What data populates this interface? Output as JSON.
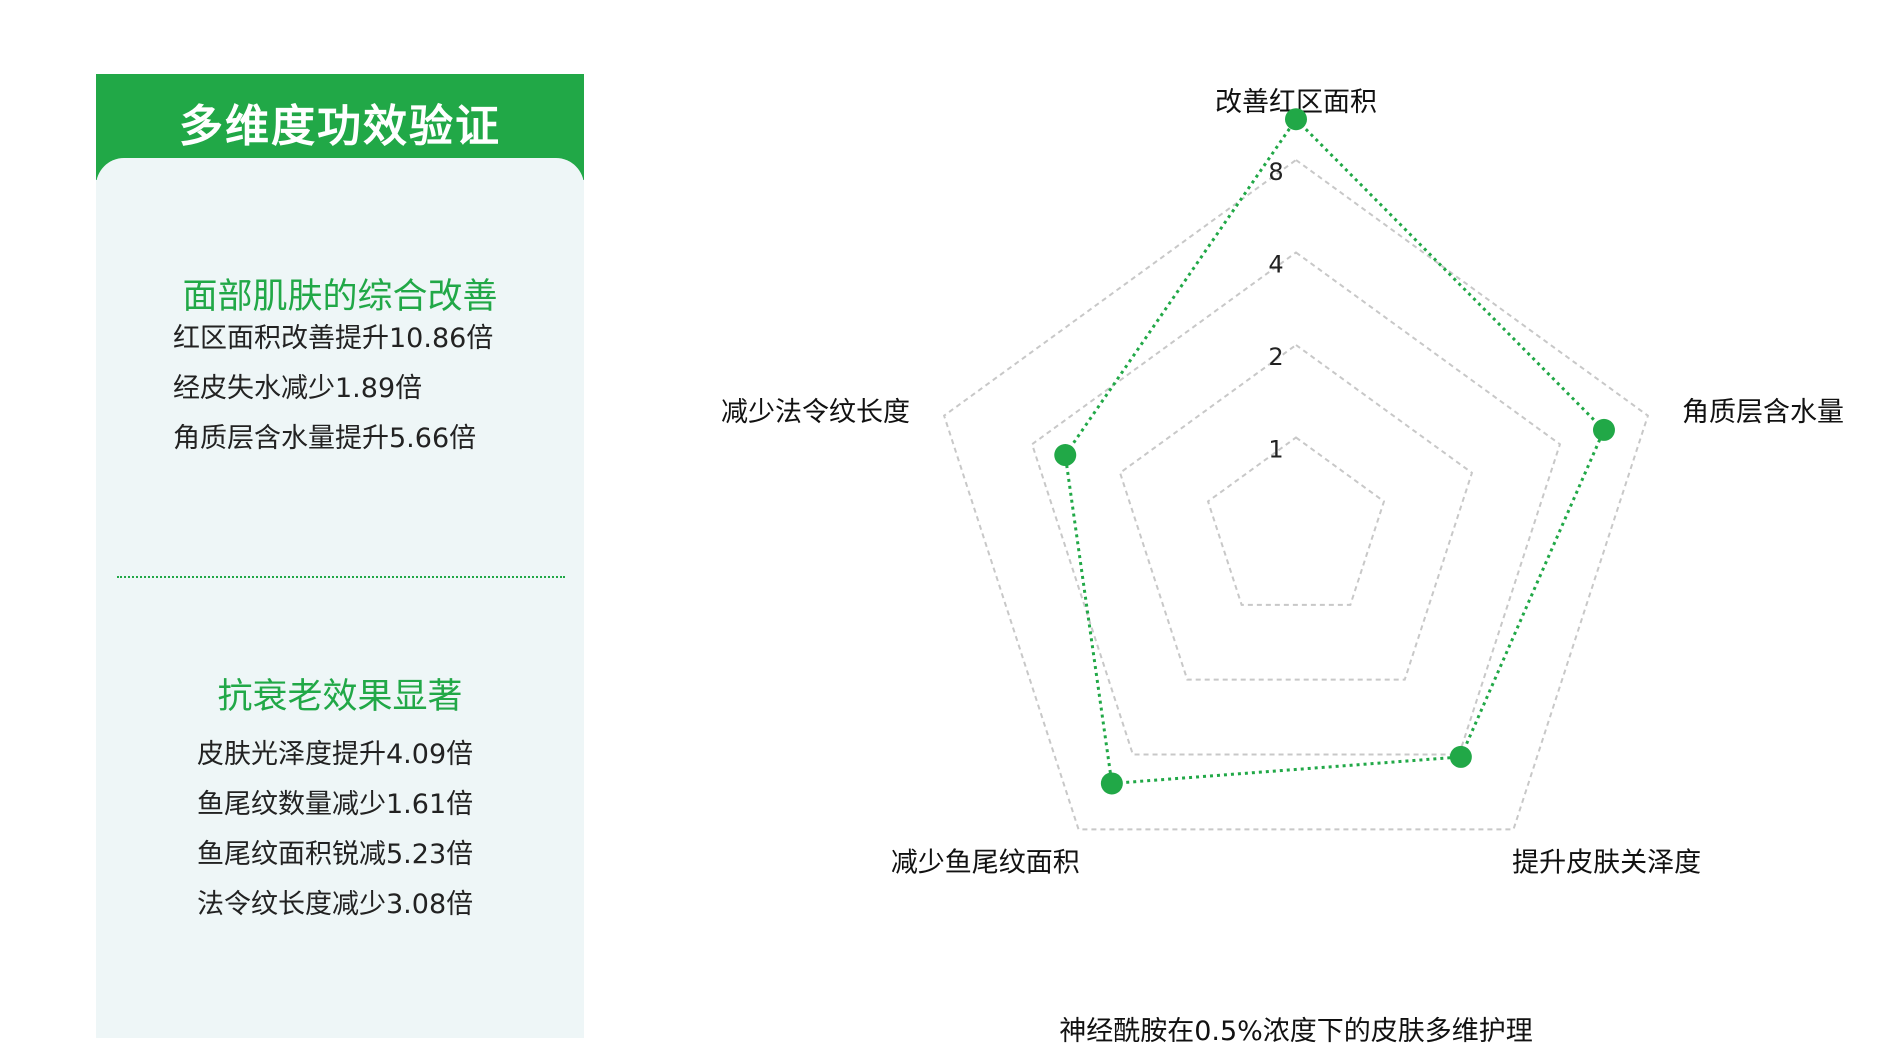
{
  "card": {
    "title": "多维度功效验证",
    "section1": {
      "title": "面部肌肤的综合改善",
      "items": [
        "红区面积改善提升10.86倍",
        "经皮失水减少1.89倍",
        "角质层含水量提升5.66倍"
      ]
    },
    "section2": {
      "title": "抗衰老效果显著",
      "items": [
        "皮肤光泽度提升4.09倍",
        "鱼尾纹数量减少1.61倍",
        "鱼尾纹面积锐减5.23倍",
        "法令纹长度减少3.08倍"
      ]
    }
  },
  "colors": {
    "accent": "#21a847",
    "card_bg": "#eef6f7",
    "grid": "#c8c8c8"
  },
  "chart_data": {
    "type": "radar",
    "caption": "神经酰胺在0.5%浓度下的皮肤多维护理",
    "axes": [
      "改善红区面积",
      "角质层含水量",
      "提升皮肤关泽度",
      "减少鱼尾纹面积",
      "减少法令纹长度"
    ],
    "scale": "log2",
    "ticks": [
      1,
      2,
      4,
      8
    ],
    "tick_labels": [
      "1",
      "2",
      "4",
      "8"
    ],
    "rmin": 0.5,
    "rmax": 8,
    "grid_levels": [
      1,
      2,
      4,
      8
    ],
    "series": [
      {
        "values": [
          10.86,
          5.66,
          4.09,
          5.23,
          3.08
        ]
      }
    ]
  }
}
